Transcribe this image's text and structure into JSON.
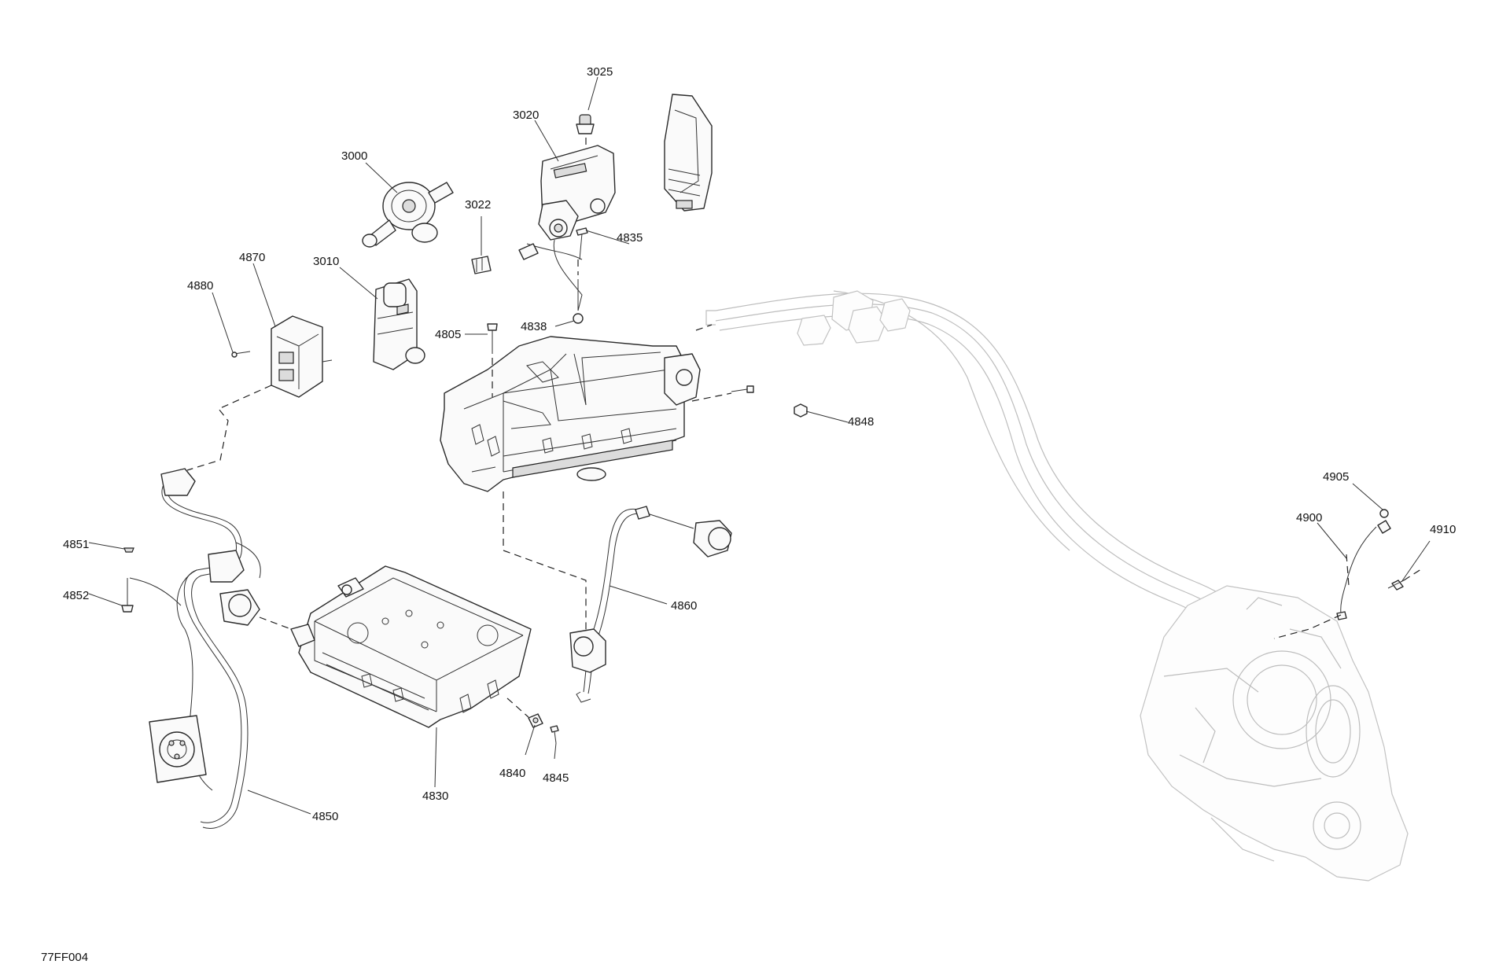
{
  "reference_code": "77FF004",
  "callouts": [
    {
      "id": "3025",
      "label": "3025"
    },
    {
      "id": "3020",
      "label": "3020"
    },
    {
      "id": "3000",
      "label": "3000"
    },
    {
      "id": "3022",
      "label": "3022"
    },
    {
      "id": "4835",
      "label": "4835"
    },
    {
      "id": "4870",
      "label": "4870"
    },
    {
      "id": "3010",
      "label": "3010"
    },
    {
      "id": "4880",
      "label": "4880"
    },
    {
      "id": "4838",
      "label": "4838"
    },
    {
      "id": "4805",
      "label": "4805"
    },
    {
      "id": "4848",
      "label": "4848"
    },
    {
      "id": "4905",
      "label": "4905"
    },
    {
      "id": "4900",
      "label": "4900"
    },
    {
      "id": "4910",
      "label": "4910"
    },
    {
      "id": "4851",
      "label": "4851"
    },
    {
      "id": "4852",
      "label": "4852"
    },
    {
      "id": "4860",
      "label": "4860"
    },
    {
      "id": "4840",
      "label": "4840"
    },
    {
      "id": "4845",
      "label": "4845"
    },
    {
      "id": "4830",
      "label": "4830"
    },
    {
      "id": "4850",
      "label": "4850"
    }
  ]
}
